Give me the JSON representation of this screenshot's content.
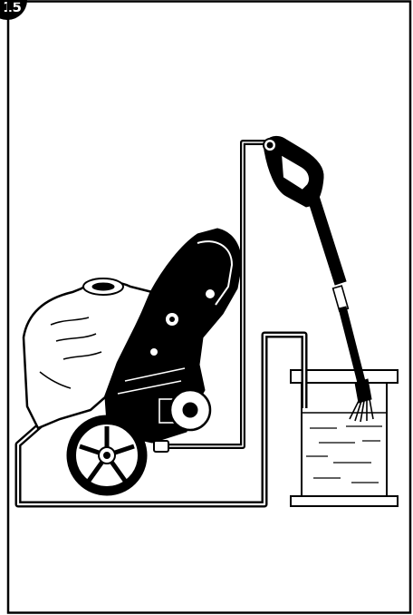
{
  "figure": {
    "step_number": "15",
    "parts": [
      "pressure-washer",
      "suction-hose",
      "high-pressure-hose",
      "spray-gun",
      "lance",
      "brush",
      "water-tank"
    ]
  }
}
